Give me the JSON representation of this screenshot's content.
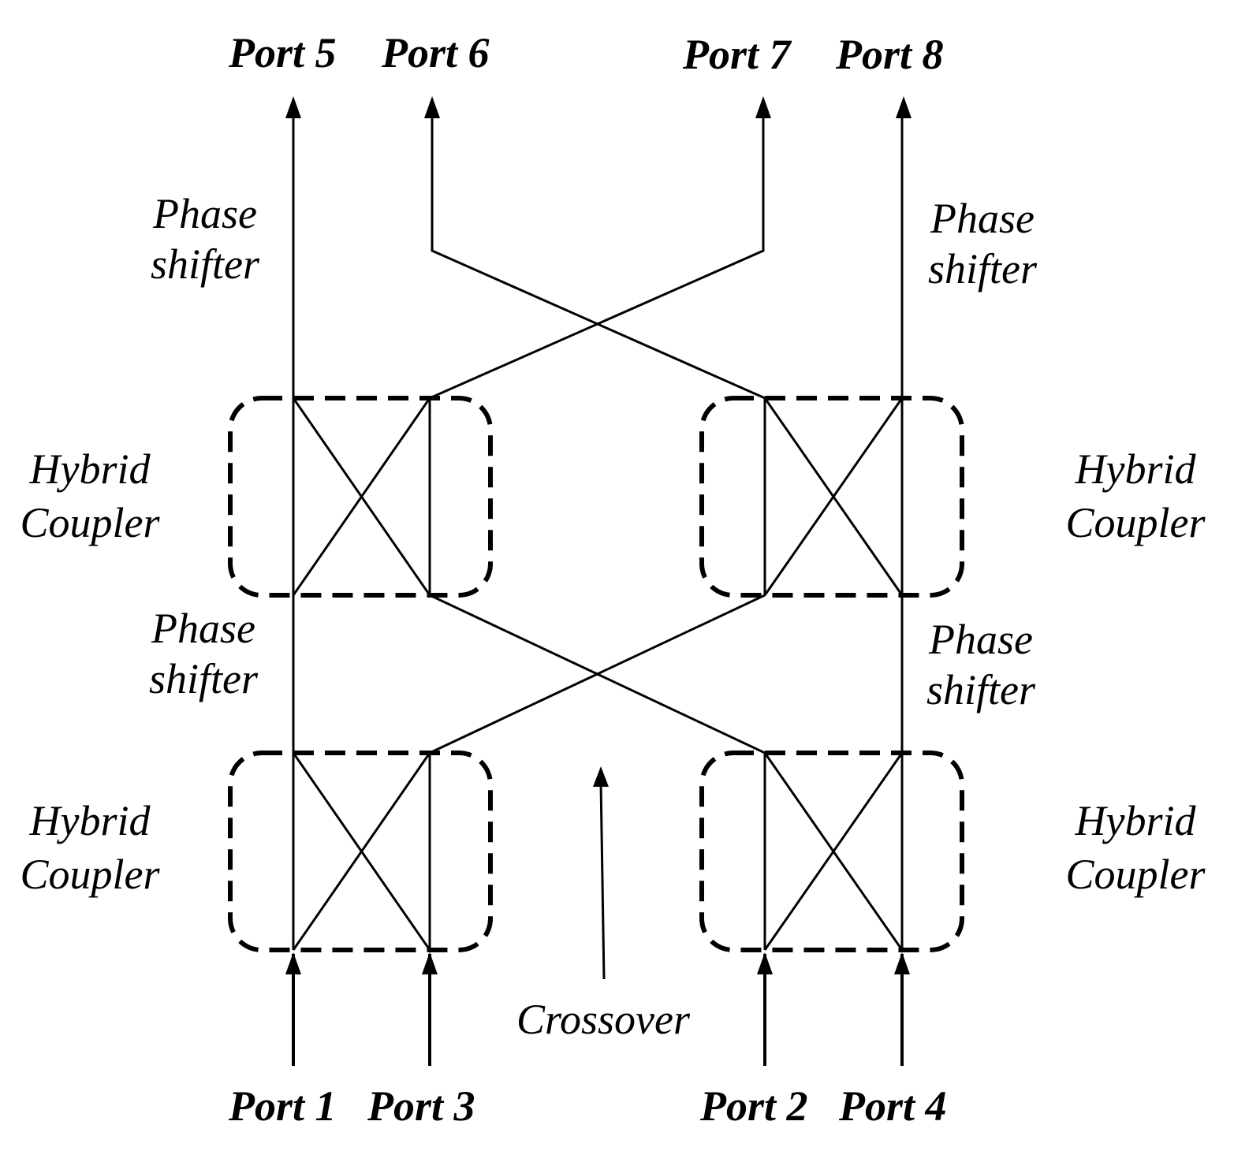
{
  "ports": {
    "top": [
      "Port 5",
      "Port 6",
      "Port 7",
      "Port 8"
    ],
    "bottom": [
      "Port 1",
      "Port 3",
      "Port 2",
      "Port 4"
    ]
  },
  "labels": {
    "phase_shifter_line1": "Phase",
    "phase_shifter_line2": "shifter",
    "hybrid_coupler_line1": "Hybrid",
    "hybrid_coupler_line2": "Coupler",
    "crossover": "Crossover"
  },
  "colors": {
    "line": "#000000",
    "background": "#ffffff"
  }
}
